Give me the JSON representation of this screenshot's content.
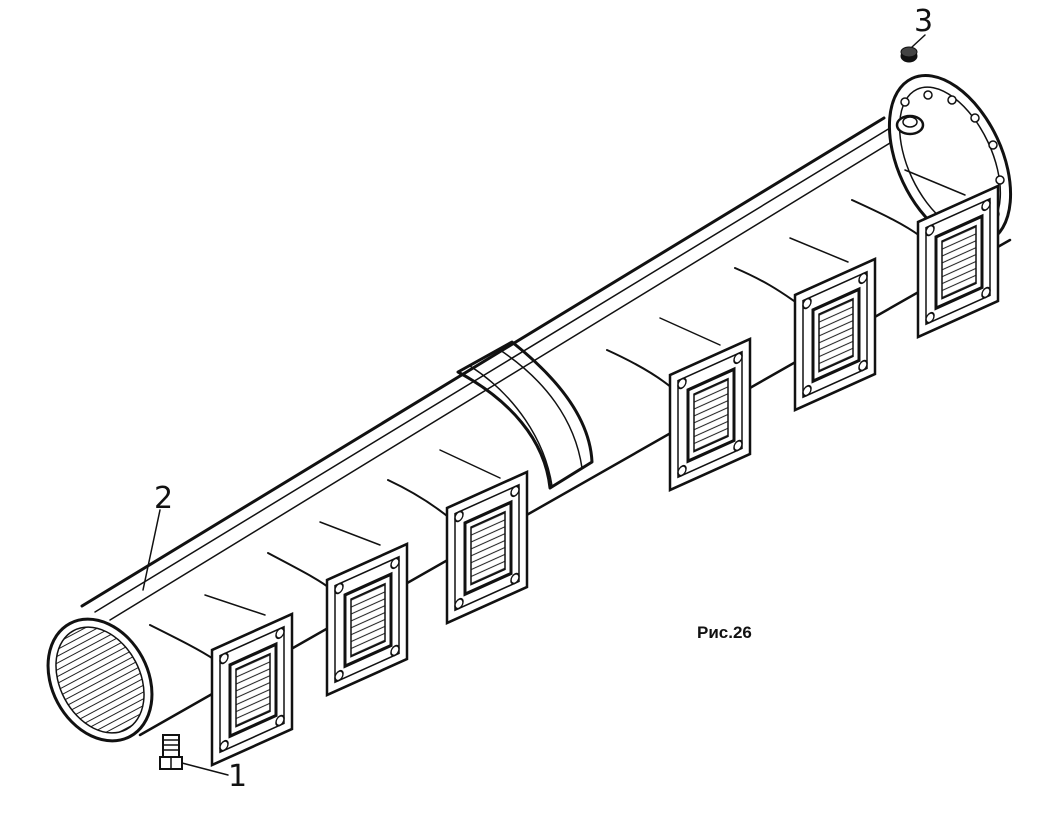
{
  "figure": {
    "caption": "Рис.26",
    "callouts": [
      {
        "id": "1",
        "label": "1"
      },
      {
        "id": "2",
        "label": "2"
      },
      {
        "id": "3",
        "label": "3"
      }
    ]
  }
}
